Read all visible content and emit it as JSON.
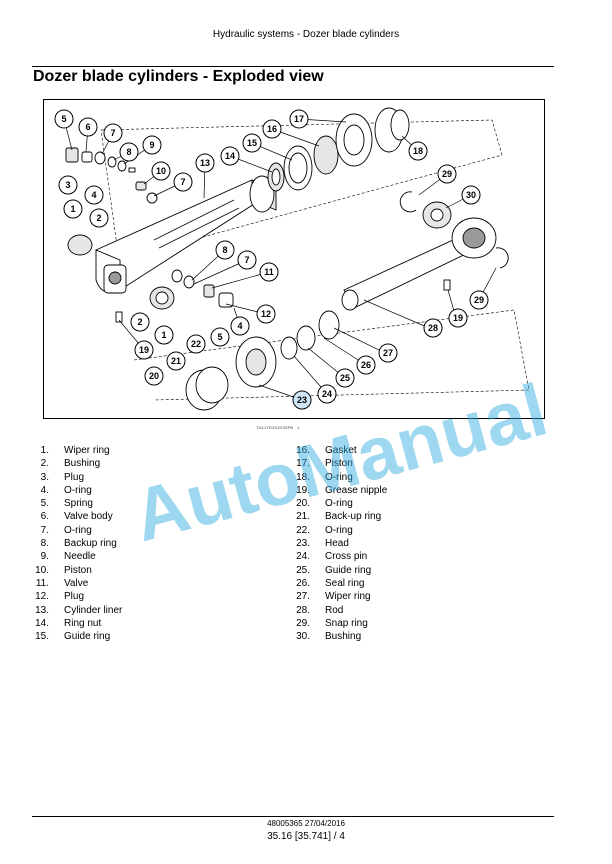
{
  "header": {
    "title": "Hydraulic systems - Dozer blade cylinders"
  },
  "section": {
    "title": "Dozer blade cylinders - Exploded view"
  },
  "figure": {
    "ref": "TUL17DZX223SFB",
    "ref_index": "1"
  },
  "parts": [
    {
      "num": "1.",
      "name": "Wiper ring"
    },
    {
      "num": "2.",
      "name": "Bushing"
    },
    {
      "num": "3.",
      "name": "Plug"
    },
    {
      "num": "4.",
      "name": "O-ring"
    },
    {
      "num": "5.",
      "name": "Spring"
    },
    {
      "num": "6.",
      "name": "Valve body"
    },
    {
      "num": "7.",
      "name": "O-ring"
    },
    {
      "num": "8.",
      "name": "Backup ring"
    },
    {
      "num": "9.",
      "name": "Needle"
    },
    {
      "num": "10.",
      "name": "Piston"
    },
    {
      "num": "11.",
      "name": "Valve"
    },
    {
      "num": "12.",
      "name": "Plug"
    },
    {
      "num": "13.",
      "name": "Cylinder liner"
    },
    {
      "num": "14.",
      "name": "Ring nut"
    },
    {
      "num": "15.",
      "name": "Guide ring"
    },
    {
      "num": "16.",
      "name": "Gasket"
    },
    {
      "num": "17.",
      "name": "Piston"
    },
    {
      "num": "18.",
      "name": "O-ring"
    },
    {
      "num": "19.",
      "name": "Grease nipple"
    },
    {
      "num": "20.",
      "name": "O-ring"
    },
    {
      "num": "21.",
      "name": "Back-up ring"
    },
    {
      "num": "22.",
      "name": "O-ring"
    },
    {
      "num": "23.",
      "name": "Head"
    },
    {
      "num": "24.",
      "name": "Cross pin"
    },
    {
      "num": "25.",
      "name": "Guide ring"
    },
    {
      "num": "26.",
      "name": "Seal ring"
    },
    {
      "num": "27.",
      "name": "Wiper ring"
    },
    {
      "num": "28.",
      "name": "Rod"
    },
    {
      "num": "29.",
      "name": "Snap ring"
    },
    {
      "num": "30.",
      "name": "Bushing"
    }
  ],
  "callouts": [
    {
      "label": "5"
    },
    {
      "label": "6"
    },
    {
      "label": "7"
    },
    {
      "label": "8"
    },
    {
      "label": "9"
    },
    {
      "label": "3"
    },
    {
      "label": "4"
    },
    {
      "label": "10"
    },
    {
      "label": "7"
    },
    {
      "label": "13"
    },
    {
      "label": "14"
    },
    {
      "label": "15"
    },
    {
      "label": "16"
    },
    {
      "label": "17"
    },
    {
      "label": "18"
    },
    {
      "label": "1"
    },
    {
      "label": "2"
    },
    {
      "label": "29"
    },
    {
      "label": "30"
    },
    {
      "label": "8"
    },
    {
      "label": "7"
    },
    {
      "label": "11"
    },
    {
      "label": "4"
    },
    {
      "label": "12"
    },
    {
      "label": "5"
    },
    {
      "label": "2"
    },
    {
      "label": "1"
    },
    {
      "label": "19"
    },
    {
      "label": "22"
    },
    {
      "label": "21"
    },
    {
      "label": "20"
    },
    {
      "label": "23"
    },
    {
      "label": "24"
    },
    {
      "label": "25"
    },
    {
      "label": "26"
    },
    {
      "label": "27"
    },
    {
      "label": "28"
    },
    {
      "label": "19"
    },
    {
      "label": "29"
    }
  ],
  "watermark": {
    "text": "AutoManual"
  },
  "footer": {
    "doc": "48005365 27/04/2016",
    "page": "35.16 [35.741] / 4"
  }
}
